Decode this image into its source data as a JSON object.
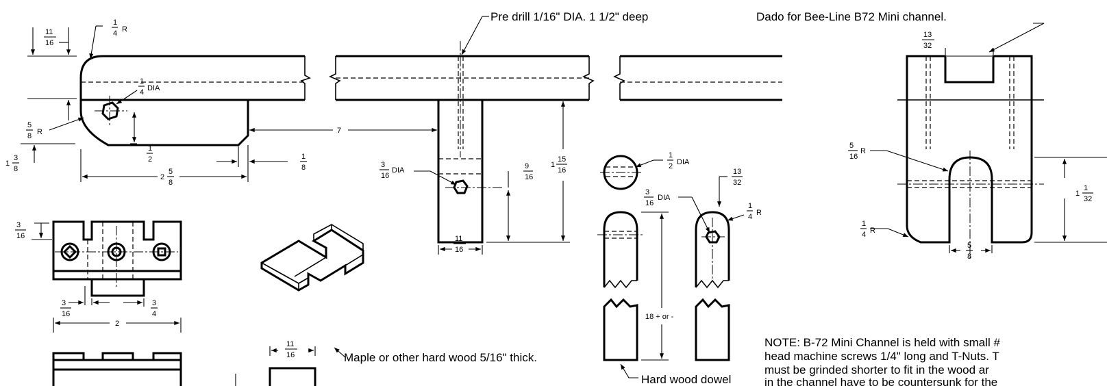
{
  "labels": {
    "predrill": "Pre drill 1/16\" DIA. 1 1/2\" deep",
    "dado": "Dado for Bee-Line B72 Mini channel.",
    "maple": "Maple or other hard wood 5/16\" thick.",
    "dowel": "Hard wood dowel",
    "length": "18 + or -",
    "seven": "7"
  },
  "note": {
    "line1": "NOTE: B-72 Mini Channel is held with small #",
    "line2": "head machine screws  1/4\" long and T-Nuts. T",
    "line3": "must be grinded shorter to fit in the wood ar",
    "line4": "in the channel have to be countersunk for the"
  },
  "fractions": {
    "f11_16": {
      "n": "11",
      "d": "16"
    },
    "f1_4": {
      "n": "1",
      "d": "4"
    },
    "f5_8": {
      "n": "5",
      "d": "8"
    },
    "f1_2": {
      "n": "1",
      "d": "2"
    },
    "f3_8": {
      "n": "3",
      "d": "8"
    },
    "f1_8": {
      "n": "1",
      "d": "8"
    },
    "f3_16": {
      "n": "3",
      "d": "16"
    },
    "f9_16": {
      "n": "9",
      "d": "16"
    },
    "f15_16": {
      "n": "15",
      "d": "16"
    },
    "f13_32": {
      "n": "13",
      "d": "32"
    },
    "f5_16": {
      "n": "5",
      "d": "16"
    },
    "f1_32": {
      "n": "1",
      "d": "32"
    },
    "f3_4": {
      "n": "3",
      "d": "4"
    }
  },
  "suffix": {
    "dia": "DIA",
    "r": "R"
  },
  "whole": {
    "one": "1",
    "two": "2"
  }
}
